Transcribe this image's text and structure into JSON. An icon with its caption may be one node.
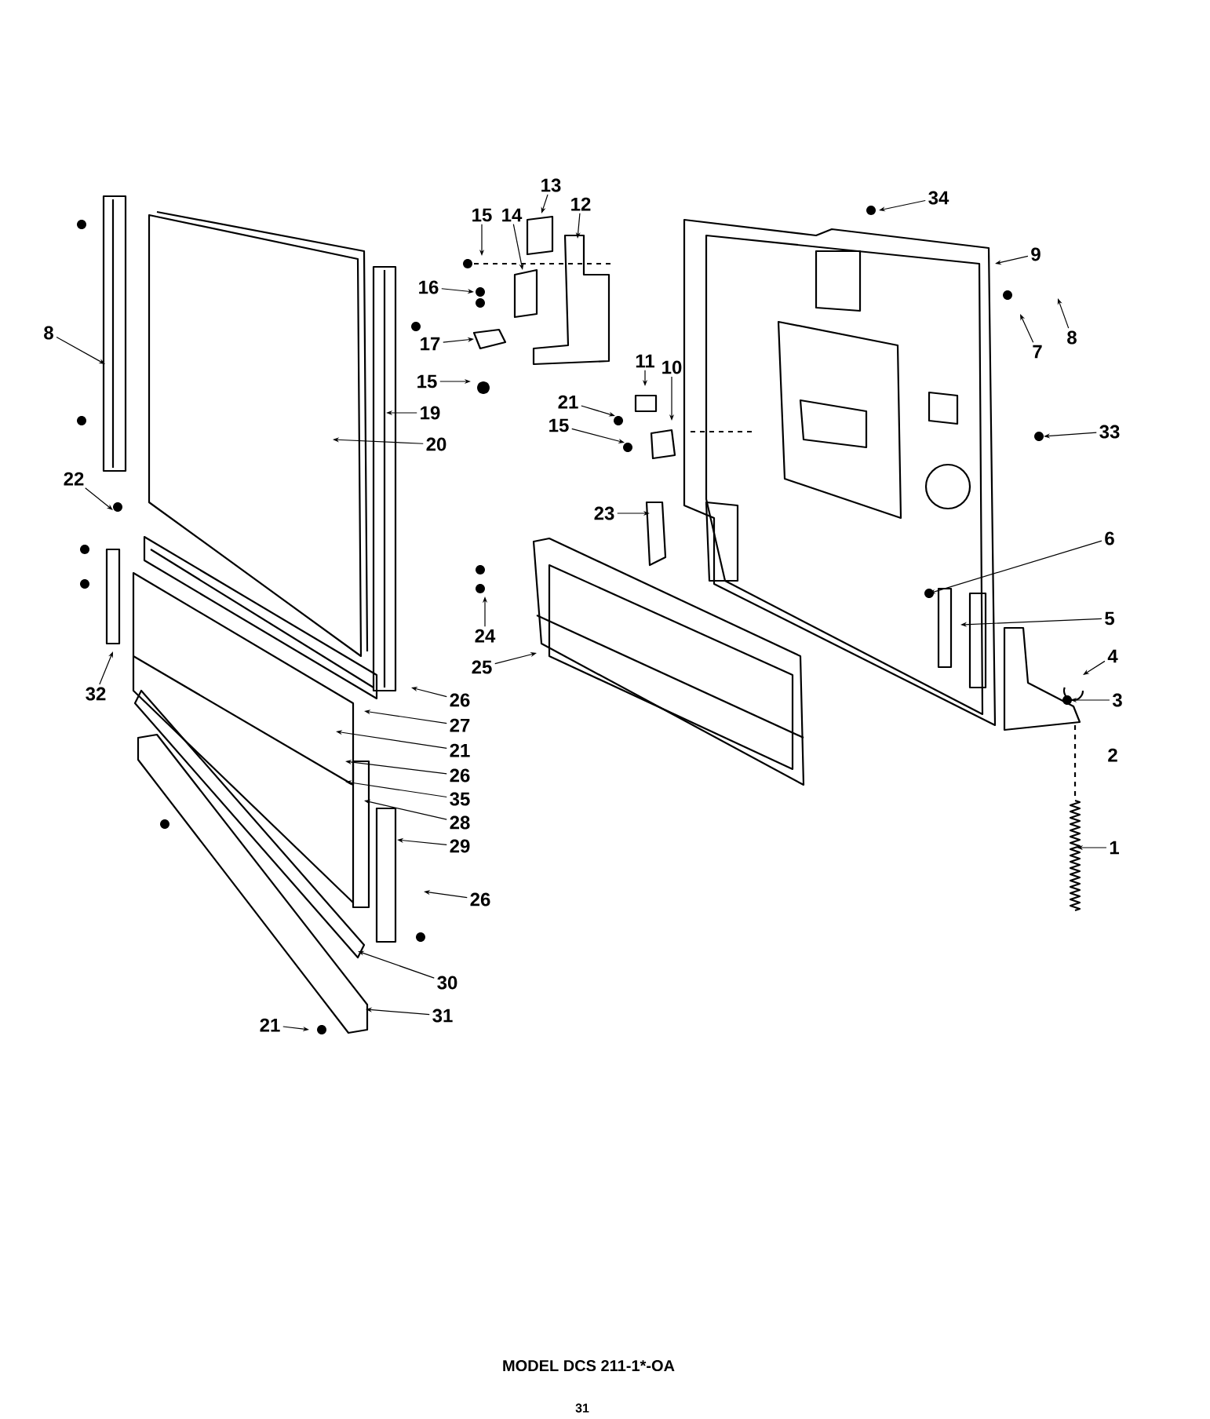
{
  "diagram": {
    "nodes": [
      {
        "text": [
          "13"
        ]
      },
      {
        "text": [
          "34"
        ]
      },
      {
        "text": [
          "12"
        ]
      },
      {
        "text": [
          "15"
        ]
      },
      {
        "text": [
          "14"
        ]
      },
      {
        "text": [
          "9"
        ]
      },
      {
        "text": [
          "16"
        ]
      },
      {
        "text": [
          "8"
        ]
      },
      {
        "text": [
          "8"
        ]
      },
      {
        "text": [
          "17"
        ]
      },
      {
        "text": [
          "7"
        ]
      },
      {
        "text": [
          "11"
        ]
      },
      {
        "text": [
          "10"
        ]
      },
      {
        "text": [
          "15"
        ]
      },
      {
        "text": [
          "21"
        ]
      },
      {
        "text": [
          "19"
        ]
      },
      {
        "text": [
          "15"
        ]
      },
      {
        "text": [
          "33"
        ]
      },
      {
        "text": [
          "20"
        ]
      },
      {
        "text": [
          "22"
        ]
      },
      {
        "text": [
          "23"
        ]
      },
      {
        "text": [
          "6"
        ]
      },
      {
        "text": [
          "5"
        ]
      },
      {
        "text": [
          "24"
        ]
      },
      {
        "text": [
          "4"
        ]
      },
      {
        "text": [
          "25"
        ]
      },
      {
        "text": [
          "32"
        ]
      },
      {
        "text": [
          "26"
        ]
      },
      {
        "text": [
          "3"
        ]
      },
      {
        "text": [
          "27"
        ]
      },
      {
        "text": [
          "21"
        ]
      },
      {
        "text": [
          "26"
        ]
      },
      {
        "text": [
          "35"
        ]
      },
      {
        "text": [
          "28"
        ]
      },
      {
        "text": [
          "1"
        ]
      },
      {
        "text": [
          "29"
        ]
      },
      {
        "text": [
          "26"
        ]
      },
      {
        "text": [
          "30"
        ]
      },
      {
        "text": [
          "31"
        ]
      },
      {
        "text": [
          "21"
        ]
      }
    ],
    "edges": [
      {
        "from": 0,
        "to": null,
        "arrow": "to"
      },
      {
        "from": 1,
        "to": null,
        "arrow": "to"
      },
      {
        "from": 2,
        "to": null,
        "arrow": "to"
      },
      {
        "from": 3,
        "to": null,
        "arrow": "to"
      },
      {
        "from": 4,
        "to": null,
        "arrow": "to"
      },
      {
        "from": 5,
        "to": null,
        "arrow": "to"
      },
      {
        "from": 6,
        "to": null,
        "arrow": "to"
      },
      {
        "from": 7,
        "to": null,
        "arrow": "to"
      },
      {
        "from": 8,
        "to": null,
        "arrow": "to"
      },
      {
        "from": 9,
        "to": null,
        "arrow": "to"
      },
      {
        "from": 10,
        "to": null,
        "arrow": "to"
      },
      {
        "from": 11,
        "to": null,
        "arrow": "to"
      },
      {
        "from": 12,
        "to": null,
        "arrow": "to"
      },
      {
        "from": 13,
        "to": null,
        "arrow": "to"
      },
      {
        "from": 14,
        "to": null,
        "arrow": "to"
      },
      {
        "from": 15,
        "to": null,
        "arrow": "to"
      },
      {
        "from": 16,
        "to": null,
        "arrow": "to"
      },
      {
        "from": 17,
        "to": null,
        "arrow": "to"
      },
      {
        "from": 18,
        "to": null,
        "arrow": "to"
      },
      {
        "from": 19,
        "to": null,
        "arrow": "to"
      },
      {
        "from": 20,
        "to": null,
        "arrow": "to"
      },
      {
        "from": 21,
        "to": null,
        "arrow": "to"
      },
      {
        "from": 22,
        "to": null,
        "arrow": "to"
      },
      {
        "from": 23,
        "to": null,
        "arrow": "to"
      },
      {
        "from": 24,
        "to": null,
        "arrow": "to"
      },
      {
        "from": 25,
        "to": null,
        "arrow": "to"
      },
      {
        "from": 26,
        "to": null,
        "arrow": "to"
      },
      {
        "from": 27,
        "to": null,
        "arrow": "to"
      },
      {
        "from": 28,
        "to": null,
        "arrow": "to"
      },
      {
        "from": 29,
        "to": null,
        "arrow": "to"
      },
      {
        "from": 30,
        "to": null,
        "arrow": "to"
      },
      {
        "from": 31,
        "to": null,
        "arrow": "to"
      },
      {
        "from": 32,
        "to": null,
        "arrow": "to"
      },
      {
        "from": 33,
        "to": null,
        "arrow": "to"
      },
      {
        "from": 34,
        "to": null,
        "arrow": "to"
      },
      {
        "from": 35,
        "to": null,
        "arrow": "to"
      },
      {
        "from": 36,
        "to": null,
        "arrow": "to"
      },
      {
        "from": 37,
        "to": null,
        "arrow": "to"
      },
      {
        "from": 38,
        "to": null,
        "arrow": "to"
      },
      {
        "from": 39,
        "to": null,
        "arrow": "to"
      }
    ],
    "labels": [
      "2",
      "MODEL DCS 211-1*-OA",
      "31"
    ]
  }
}
